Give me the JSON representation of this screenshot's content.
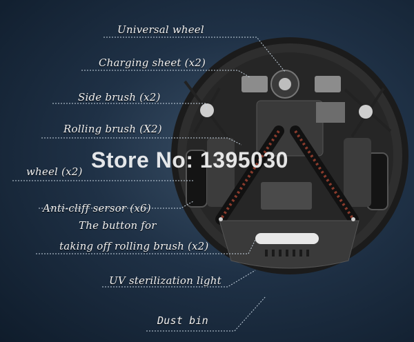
{
  "labels": {
    "universal_wheel": "Universal wheel",
    "charging_sheet": "Charging sheet (x2)",
    "side_brush": "Side brush (x2)",
    "rolling_brush": "Rolling brush (X2)",
    "wheel": "wheel (x2)",
    "anti_cliff": "Anti-cliff sersor (x6)",
    "button_line1": "The button for",
    "button_line2": "taking off rolling brush (x2)",
    "uv_part1": "UV sterilization",
    "uv_part2": "light",
    "dust_bin": "Dust bin"
  },
  "watermark": "Store No: 1395030",
  "colors": {
    "background": "#1f3146",
    "robot_body": "#2b2b2b",
    "leader_line": "#c9d6e2",
    "label_text": "#f2f2f2"
  }
}
